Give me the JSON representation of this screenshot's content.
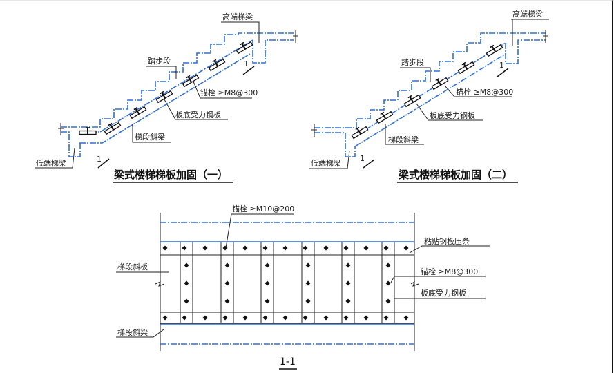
{
  "drawing_1": {
    "title": "梁式楼梯梯板加固（一）",
    "labels": {
      "high_beam": "高端梯梁",
      "step_section": "踏步段",
      "anchor_bolt": "锚栓 ≥M8@300",
      "bottom_plate": "板底受力钢板",
      "inclined_beam": "梯段斜梁",
      "low_beam": "低端梯梁"
    },
    "section_mark": "1"
  },
  "drawing_2": {
    "title": "梁式楼梯梯板加固（二）",
    "labels": {
      "high_beam": "高端梯梁",
      "step_section": "踏步段",
      "anchor_bolt": "锚栓 ≥M8@300",
      "bottom_plate": "板底受力钢板",
      "inclined_beam": "梯段斜梁",
      "low_beam": "低端梯梁"
    },
    "section_mark": "1"
  },
  "section_1_1": {
    "title": "1-1",
    "labels": {
      "anchor_top": "锚栓 ≥M10@200",
      "pressing_strip": "粘贴钢板压条",
      "inclined_slab": "梯段斜板",
      "anchor_side": "锚栓 ≥M8@300",
      "bottom_plate": "板底受力钢板",
      "inclined_beam": "梯段斜梁"
    }
  },
  "colors": {
    "concrete_outline": "#2e6fd8",
    "steel": "#111111"
  }
}
